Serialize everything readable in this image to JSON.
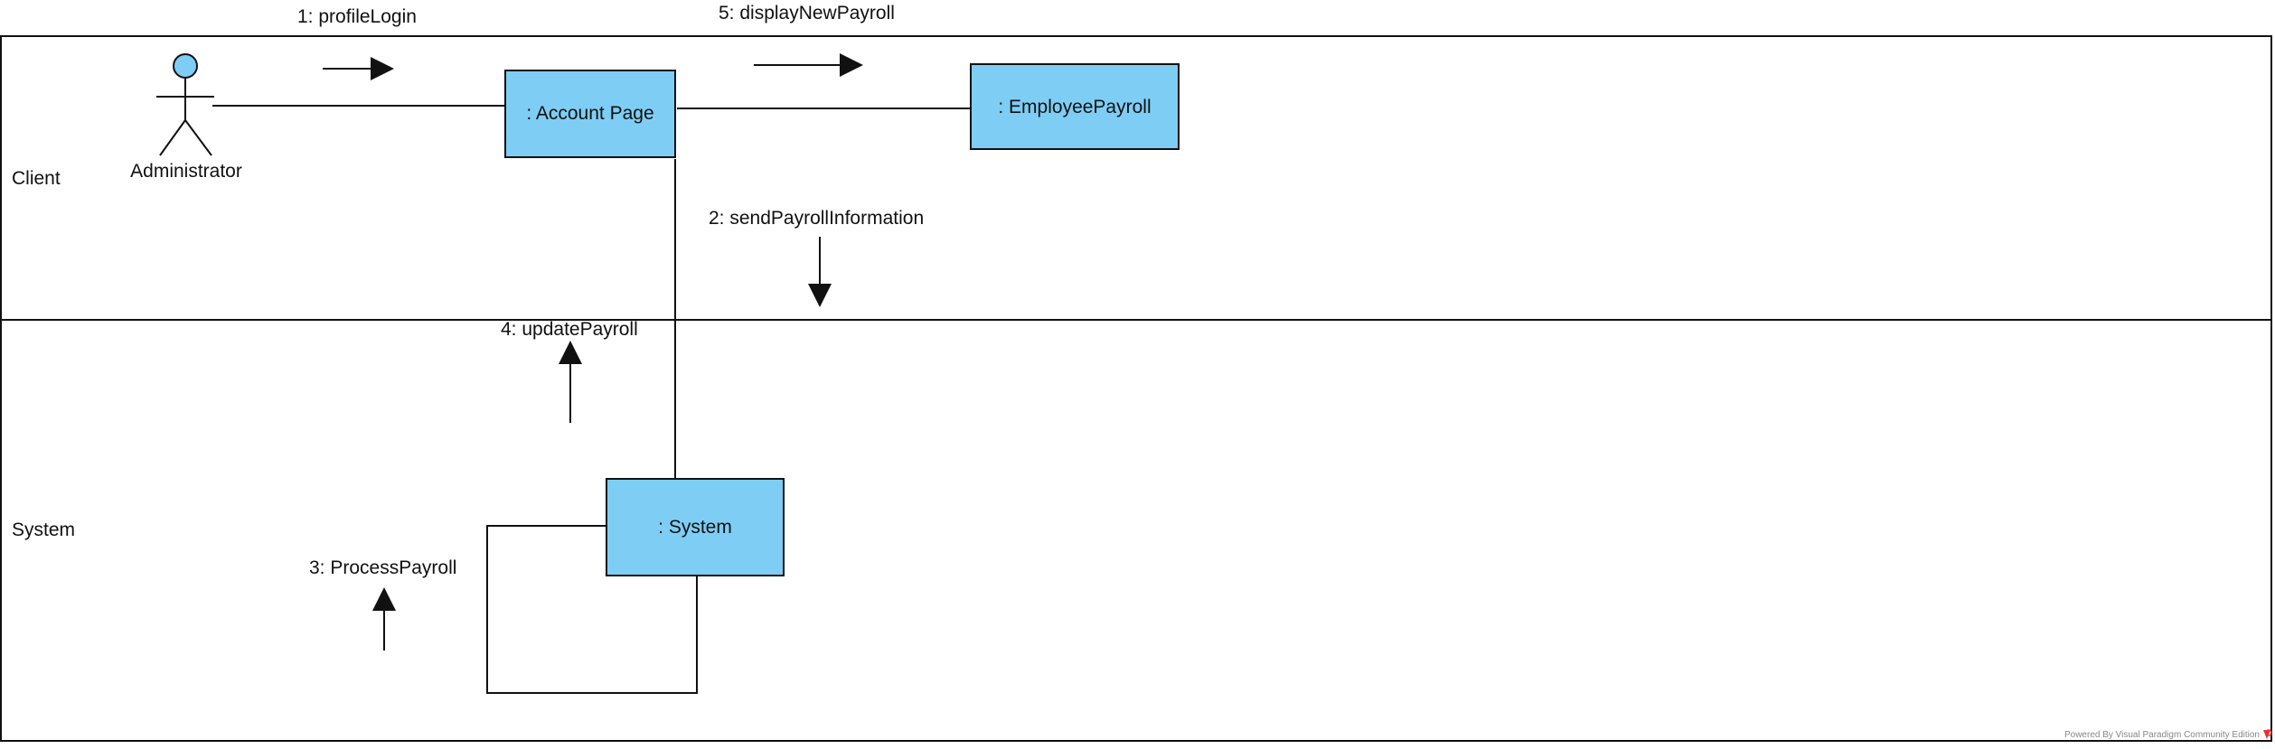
{
  "colors": {
    "object_fill": "#7ecdf4",
    "stroke": "#111111",
    "background": "#ffffff",
    "logo_red": "#e8312f"
  },
  "lanes": {
    "client": "Client",
    "system": "System"
  },
  "actor": {
    "name": "Administrator",
    "icon": "stick-figure-icon"
  },
  "objects": {
    "account_page": ": Account Page",
    "employee_payroll": ": EmployeePayroll",
    "system": ": System"
  },
  "messages": {
    "m1": "1: profileLogin",
    "m2": "2: sendPayrollInformation",
    "m3": "3: ProcessPayroll",
    "m4": "4: updatePayroll",
    "m5": "5: displayNewPayroll"
  },
  "watermark": {
    "text": "Powered By Visual Paradigm Community Edition",
    "icon": "visual-paradigm-logo-icon"
  }
}
